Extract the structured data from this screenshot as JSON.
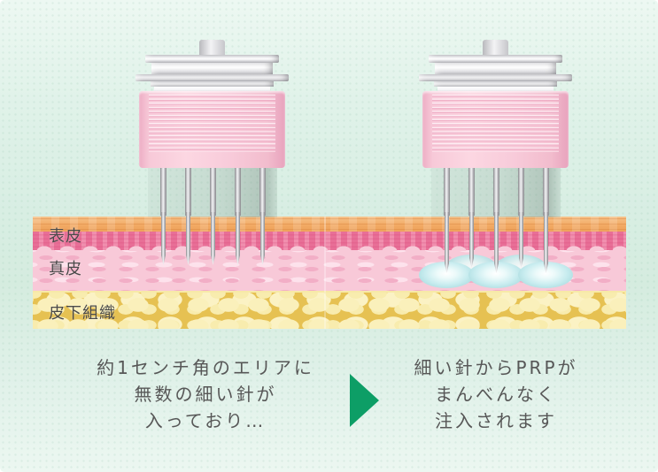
{
  "illustration": {
    "type": "microneedle PRP injection diagram",
    "accent_color": "#0d9e66",
    "background_color": "#dcefe5"
  },
  "skin": {
    "labels": [
      {
        "id": "epidermis",
        "text": "表皮"
      },
      {
        "id": "dermis",
        "text": "真皮"
      },
      {
        "id": "subcutaneous-tissue",
        "text": "皮下組織"
      }
    ],
    "layer_colors": {
      "surface": "#f2a963",
      "epidermis": "#ef82a5",
      "dermis": "#f8c9d8",
      "subcutaneous": "#e6c152"
    }
  },
  "devices": {
    "needle_count": 5,
    "body_color": "#f6c6d5",
    "metal_color": "#e9e9ec"
  },
  "droplets": {
    "count": 5,
    "color": "#a7dade"
  },
  "captions": {
    "left": {
      "lines": [
        "約1センチ角のエリアに",
        "無数の細い針が",
        "入っており…"
      ]
    },
    "right": {
      "lines": [
        "細い針からPRPが",
        "まんべんなく",
        "注入されます"
      ]
    }
  }
}
